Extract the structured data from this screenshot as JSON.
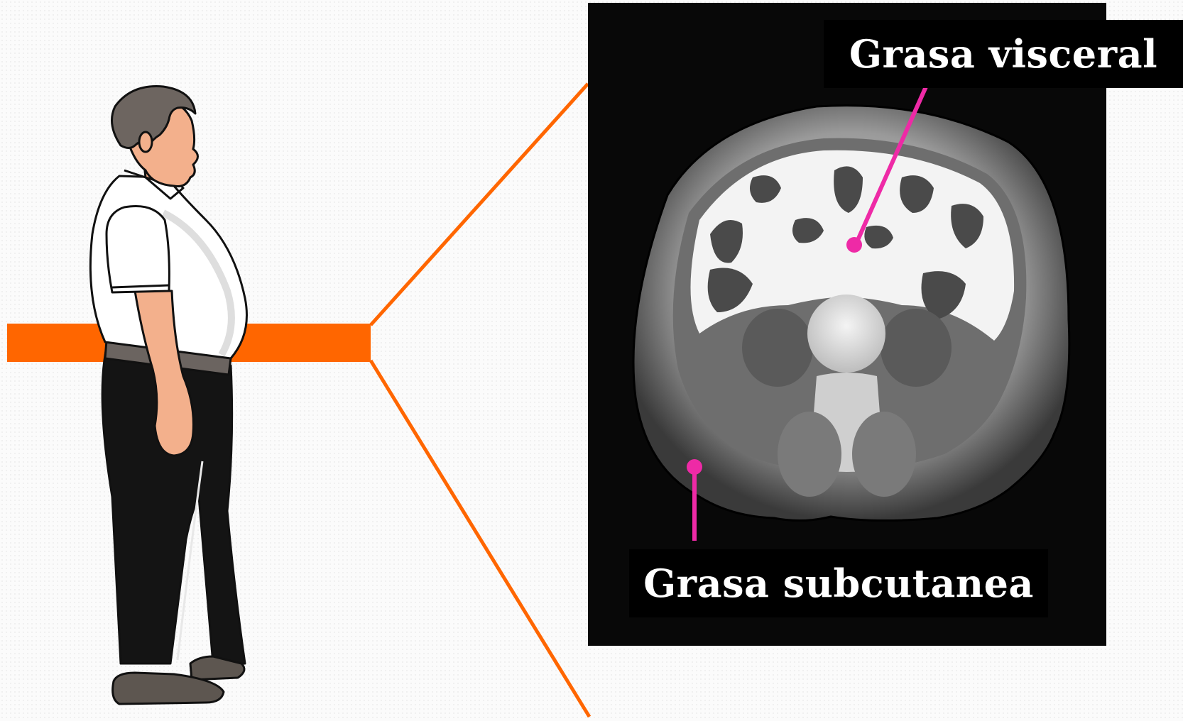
{
  "labels": {
    "visceral": "Grasa visceral",
    "subcutanea": "Grasa subcutanea"
  },
  "colors": {
    "band": "#ff6600",
    "pointer": "#ee2aa6",
    "label_bg": "#000000",
    "label_text": "#ffffff",
    "scan_bg": "#080808"
  },
  "icons": {
    "person": "overweight-man-profile-icon",
    "scan": "abdominal-ct-scan-image"
  }
}
